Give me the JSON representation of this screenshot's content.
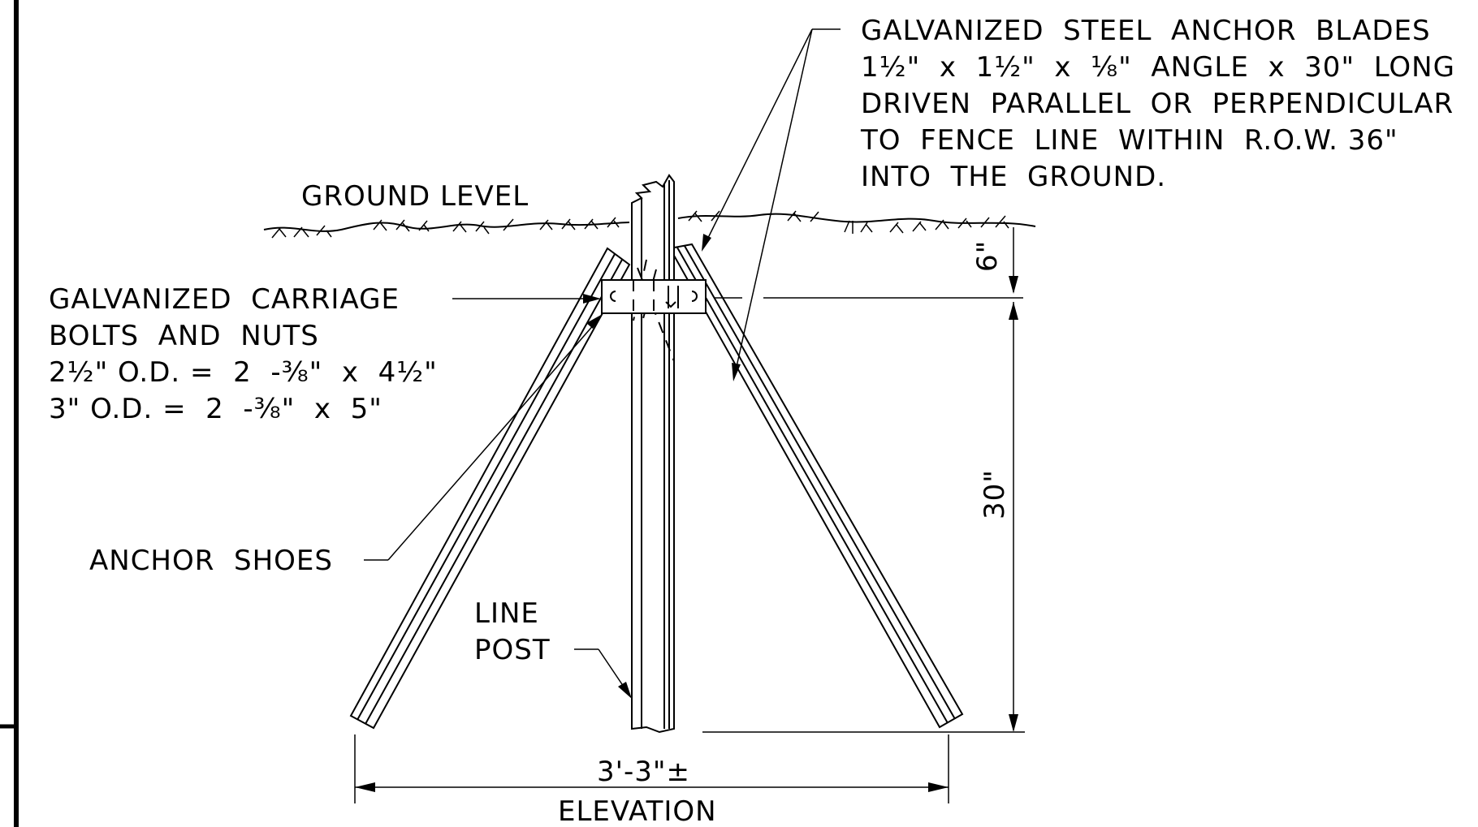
{
  "labels": {
    "ground_level": "GROUND LEVEL",
    "anchor_blades": [
      "GALVANIZED  STEEL  ANCHOR  BLADES",
      "1½\"  x  1½\"  x  ⅛\"  ANGLE  x  30\"  LONG",
      "DRIVEN  PARALLEL  OR  PERPENDICULAR",
      "TO  FENCE  LINE  WITHIN  R.O.W. 36\"",
      "INTO  THE  GROUND."
    ],
    "carriage_bolts": [
      "GALVANIZED  CARRIAGE",
      "BOLTS  AND  NUTS",
      "2½\" O.D. =  2  -⅜\"  x  4½\"",
      "3\" O.D. =  2  -⅜\"  x  5\""
    ],
    "anchor_shoes": "ANCHOR  SHOES",
    "line_post": [
      "LINE",
      "POST"
    ],
    "dim_bottom": "3'-3\"±",
    "title": "ELEVATION"
  },
  "dimensions": {
    "depth_top": "6\"",
    "depth_main": "30\""
  }
}
